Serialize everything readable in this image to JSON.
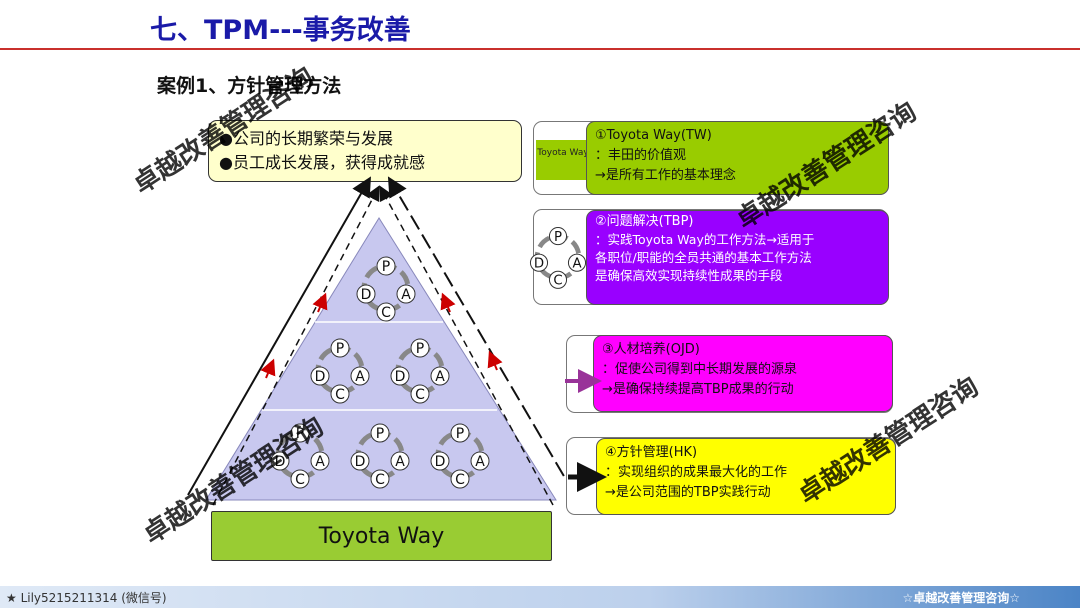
{
  "header": {
    "title": "七、TPM---事务改善",
    "subtitle": "案例1、方针管理方法"
  },
  "goals": [
    "●公司的长期繁荣与发展",
    "●员工成长发展，获得成就感"
  ],
  "foundation": "Toyota  Way",
  "pdca": {
    "p": "P",
    "d": "D",
    "a": "A",
    "c": "C"
  },
  "cards": [
    {
      "tag": "Toyota Way",
      "lines": [
        "①Toyota Way(TW)",
        "：丰田的价值观",
        "→是所有工作的基本理念"
      ],
      "color": "#99cc00"
    },
    {
      "lines": [
        "②问题解决(TBP)",
        "：实践Toyota Way的工作方法→适用于",
        "各职位/职能的全员共通的基本工作方法",
        "是确保高效实现持续性成果的手段"
      ],
      "color": "#9900ff"
    },
    {
      "lines": [
        "③人材培养(OJD)",
        "：促使公司得到中长期发展的源泉",
        "→是确保持续提高TBP成果的行动"
      ],
      "color": "#ff00ff"
    },
    {
      "lines": [
        "④方针管理(HK)",
        "：实现组织的成果最大化的工作",
        "→是公司范围的TBP实践行动"
      ],
      "color": "#ffff00"
    }
  ],
  "watermarks": [
    "卓越改善管理咨询",
    "卓越改善管理咨询",
    "卓越改善管理咨询",
    "卓越改善管理咨询",
    "卓越改善管理咨询"
  ],
  "footer": {
    "left": "★ Lily5215211314 (微信号)",
    "right": "☆卓越改善管理咨询☆"
  },
  "colors": {
    "pyramid": "#c8c8ef",
    "accent_red": "#cc0000",
    "purple_arrow": "#993399"
  }
}
